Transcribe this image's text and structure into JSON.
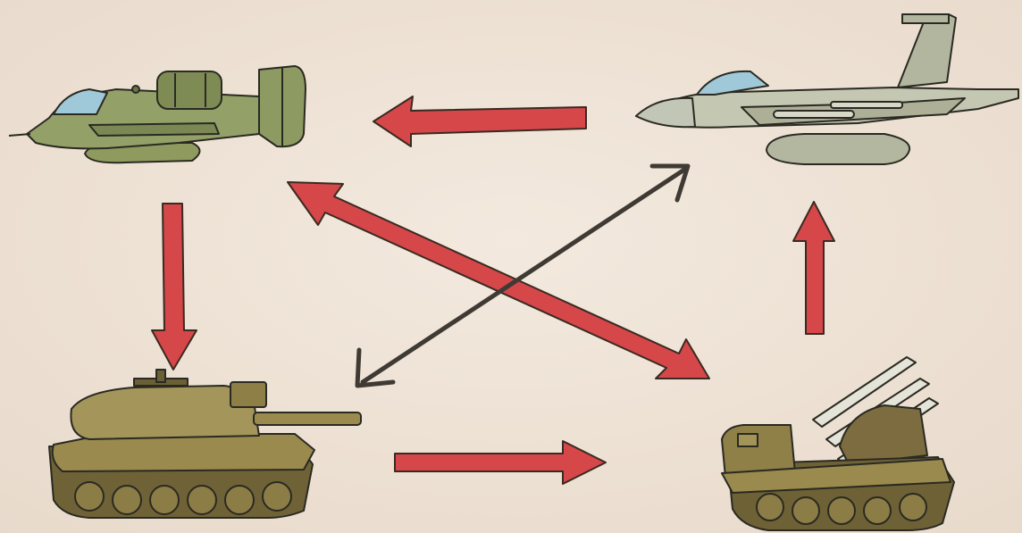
{
  "diagram": {
    "background_color": "#efe3d6",
    "arrow_red": "#d54748",
    "arrow_dark": "#3f3a34",
    "nodes": [
      {
        "id": "attack-aircraft",
        "icon": "attack-aircraft-icon"
      },
      {
        "id": "fighter-jet",
        "icon": "fighter-jet-icon"
      },
      {
        "id": "tank",
        "icon": "tank-icon"
      },
      {
        "id": "sam-launcher",
        "icon": "sam-launcher-icon"
      }
    ],
    "edges": [
      {
        "from": "fighter-jet",
        "to": "attack-aircraft",
        "style": "red"
      },
      {
        "from": "attack-aircraft",
        "to": "tank",
        "style": "red"
      },
      {
        "from": "tank",
        "to": "sam-launcher",
        "style": "red"
      },
      {
        "from": "sam-launcher",
        "to": "fighter-jet",
        "style": "red"
      },
      {
        "from": "attack-aircraft",
        "to": "sam-launcher",
        "style": "red",
        "bidirectional": true
      },
      {
        "from": "tank",
        "to": "fighter-jet",
        "style": "dark",
        "bidirectional": true
      }
    ]
  }
}
